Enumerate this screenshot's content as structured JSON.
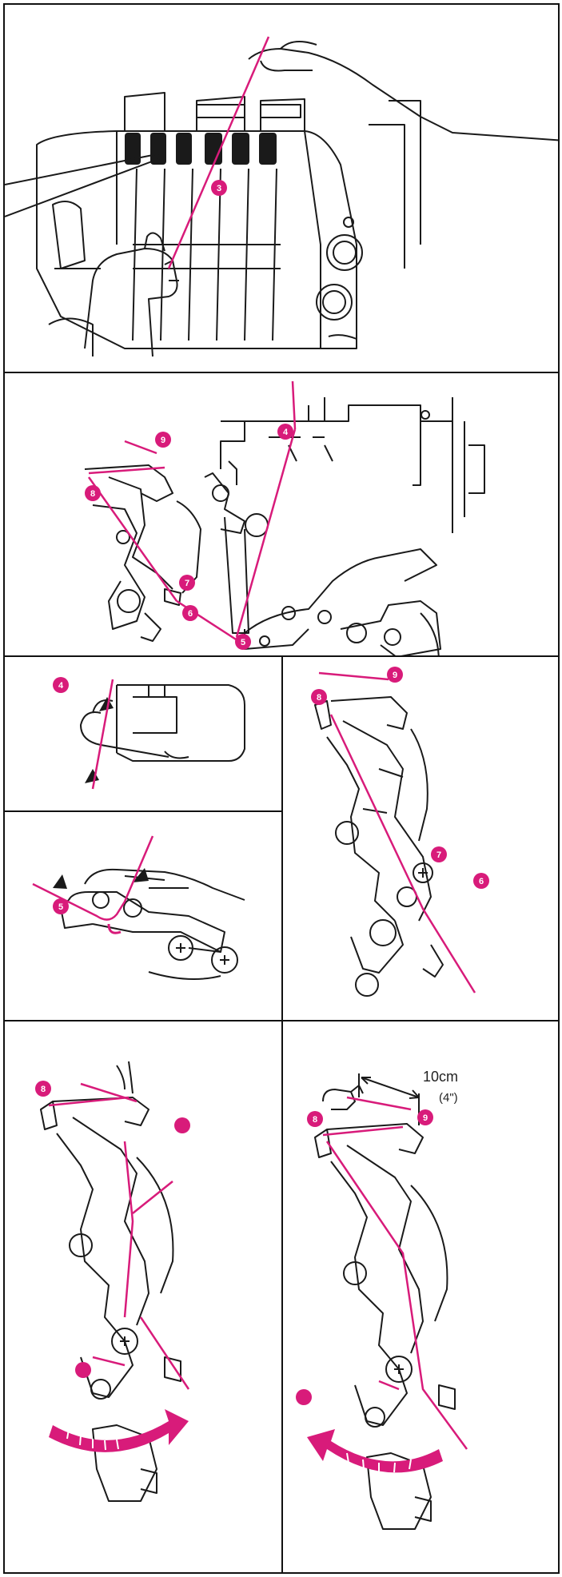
{
  "accent_color": "#d81b7a",
  "line_color": "#1a1a1a",
  "panels": {
    "threading_overview": {
      "step_labels": [
        "3"
      ]
    },
    "looper_path": {
      "step_labels": [
        "4",
        "5",
        "6",
        "7",
        "8",
        "9"
      ]
    },
    "guide_detail": {
      "step_labels": [
        "4"
      ]
    },
    "eye_detail": {
      "step_labels": [
        "5"
      ]
    },
    "looper_threaded": {
      "step_labels": [
        "6",
        "7",
        "8",
        "9"
      ]
    },
    "looper_rotate_forward": {
      "step_labels": [
        "8"
      ]
    },
    "looper_rotate_back": {
      "step_labels": [
        "8",
        "9"
      ],
      "measure_metric": "10cm",
      "measure_imperial": "(4\")"
    }
  }
}
